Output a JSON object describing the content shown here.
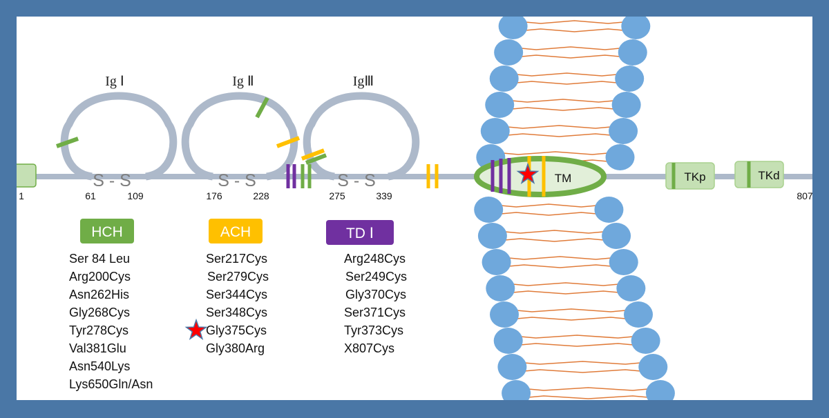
{
  "domains": {
    "ig1": "Ig Ⅰ",
    "ig2": "Ig Ⅱ",
    "ig3": "IgⅢ",
    "tm": "TM",
    "tkp": "TKp",
    "tkd": "TKd"
  },
  "disulfide": {
    "ss1": "S - S",
    "ss2": "S - S",
    "ss3": "S - S"
  },
  "positions": {
    "p1": "1",
    "p61": "61",
    "p109": "109",
    "p176": "176",
    "p228": "228",
    "p275": "275",
    "p339": "339",
    "p807": "807"
  },
  "groups": [
    {
      "label": "HCH",
      "color": "#70ad47",
      "mutations": [
        "Ser 84 Leu",
        "Arg200Cys",
        "Asn262His",
        "Gly268Cys",
        "Tyr278Cys",
        "Val381Glu",
        "Asn540Lys",
        "Lys650Gln/Asn"
      ]
    },
    {
      "label": "ACH",
      "color": "#ffc000",
      "mutations": [
        "Ser217Cys",
        "Ser279Cys",
        "Ser344Cys",
        "Ser348Cys",
        "Gly375Cys",
        "Gly380Arg"
      ]
    },
    {
      "label": "TD Ⅰ",
      "color": "#7030a0",
      "mutations": [
        "Arg248Cys",
        "Ser249Cys",
        "Gly370Cys",
        "Ser371Cys",
        "Tyr373Cys",
        "X807Cys"
      ]
    }
  ],
  "colors": {
    "frame": "#4a77a6",
    "backbone": "#adb9ca",
    "lipid_head": "#6fa8dc",
    "lipid_tail": "#e07b39",
    "tm_fill": "#e2efd9",
    "tk_fill": "#c5e0b4",
    "star": "#ff0000"
  },
  "icons": [
    "red-star-icon"
  ]
}
